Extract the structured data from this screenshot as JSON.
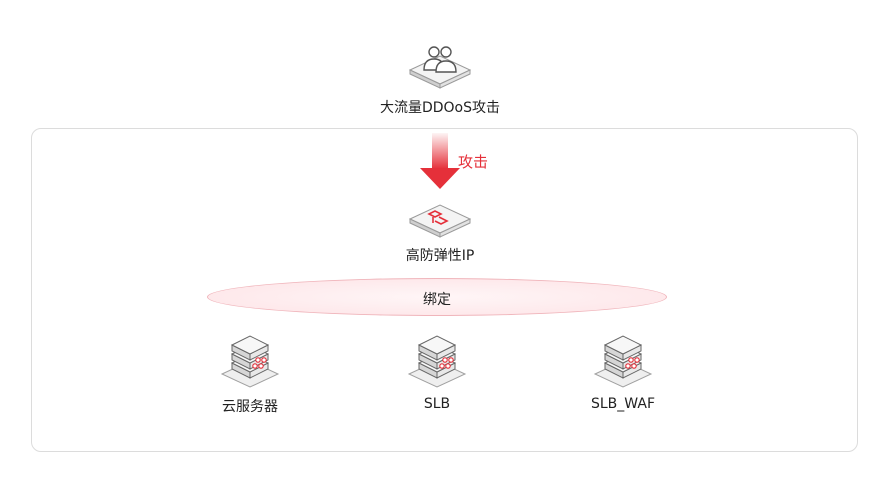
{
  "attacker": {
    "label": "大流量DDOoS攻击",
    "icon": "users-icon"
  },
  "attack": {
    "label": "攻击",
    "color": "#e5303a",
    "icon": "arrow-down-icon"
  },
  "ip_node": {
    "label": "高防弹性IP",
    "icon": "ip-icon"
  },
  "binding": {
    "label": "绑定"
  },
  "servers": [
    {
      "label": "云服务器",
      "icon": "server-icon"
    },
    {
      "label": "SLB",
      "icon": "server-icon"
    },
    {
      "label": "SLB_WAF",
      "icon": "server-icon"
    }
  ],
  "colors": {
    "accent": "#e5303a",
    "border": "#dcdcdc",
    "ellipse_fill": "#fde3e6"
  }
}
